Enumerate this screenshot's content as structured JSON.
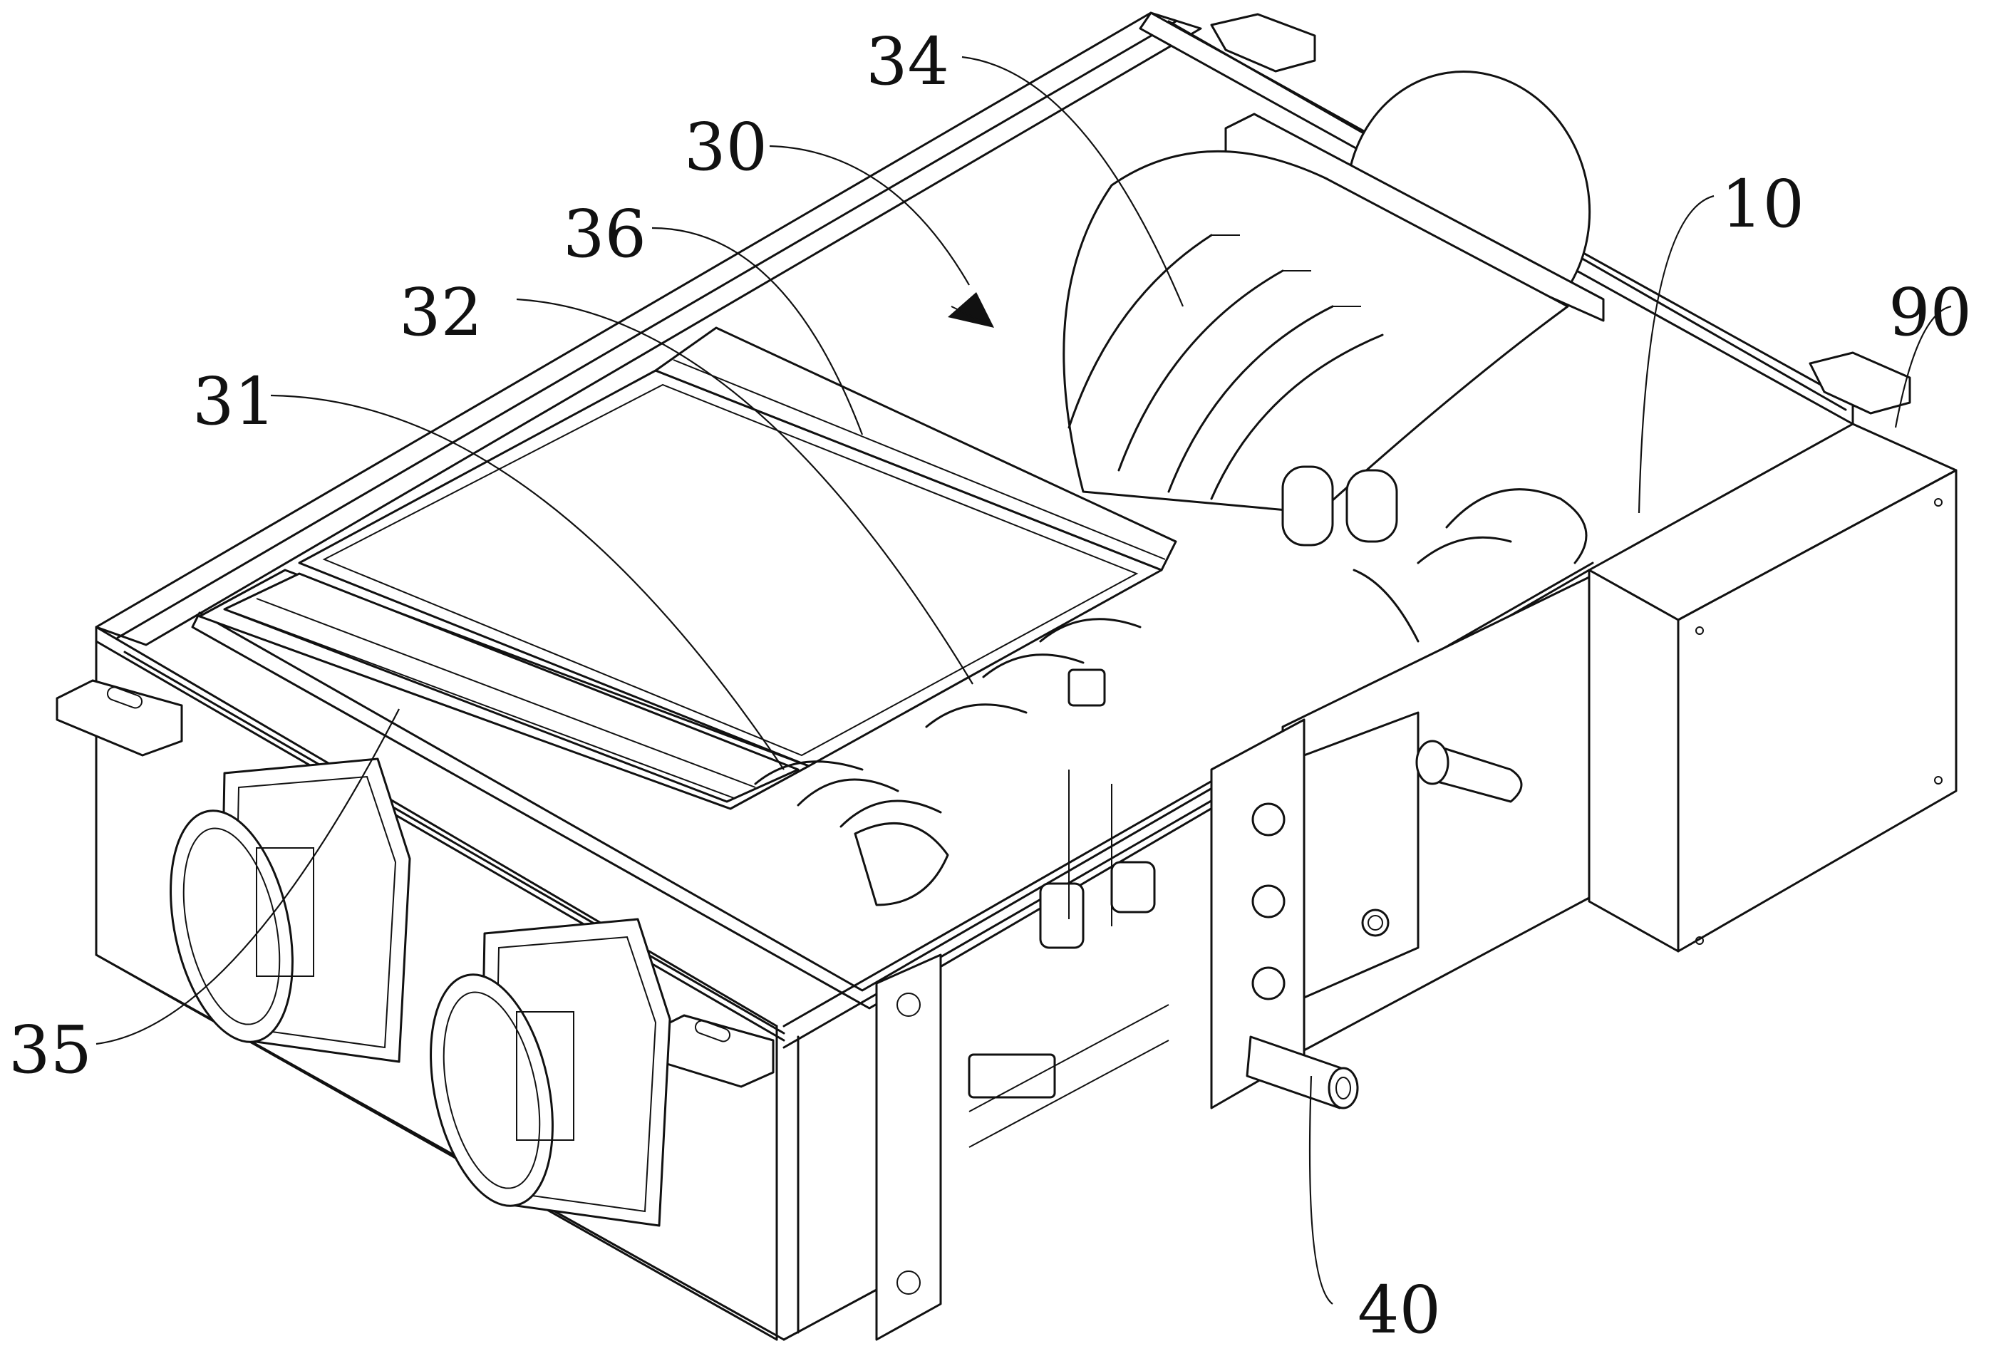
{
  "figure": {
    "labels": {
      "l34": "34",
      "l30": "30",
      "l36": "36",
      "l32": "32",
      "l31": "31",
      "l10": "10",
      "l90": "90",
      "l35": "35",
      "l40": "40"
    }
  }
}
